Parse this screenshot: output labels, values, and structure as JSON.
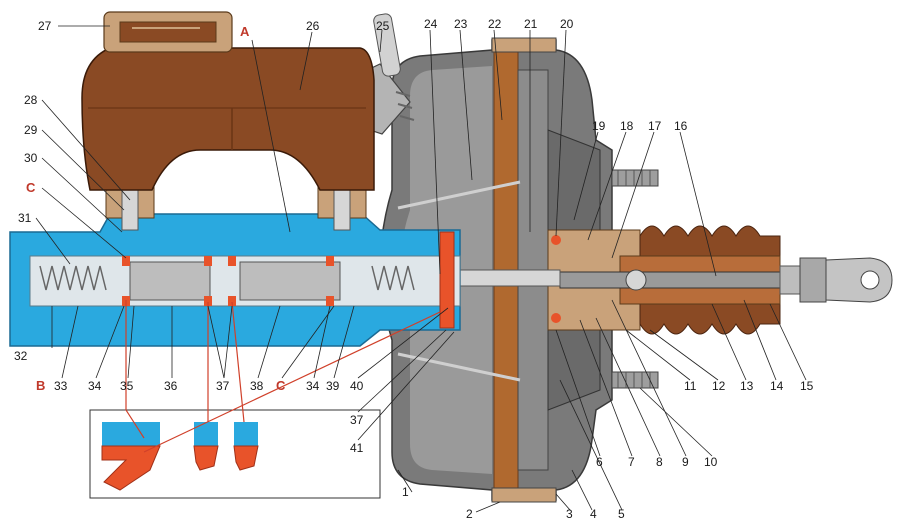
{
  "colors": {
    "reservoir": "#8a4a24",
    "reservoir_light": "#a9643a",
    "cylinder": "#2aa9df",
    "cylinder_dark": "#1a82b4",
    "booster": "#767676",
    "booster_dark": "#4e4e4e",
    "seal": "#e8532a",
    "diaphragm": "#b0692f",
    "boot": "#8a4a24",
    "bronze": "#c9a27a",
    "leader_red": "#d0402a"
  },
  "letters": {
    "A": "A",
    "B": "B",
    "C_left": "C",
    "C_mid": "C"
  },
  "numbers": {
    "n1": "1",
    "n2": "2",
    "n3": "3",
    "n4": "4",
    "n5": "5",
    "n6": "6",
    "n7": "7",
    "n8": "8",
    "n9": "9",
    "n10": "10",
    "n11": "11",
    "n12": "12",
    "n13": "13",
    "n14": "14",
    "n15": "15",
    "n16": "16",
    "n17": "17",
    "n18": "18",
    "n19": "19",
    "n20": "20",
    "n21": "21",
    "n22": "22",
    "n23": "23",
    "n24": "24",
    "n25": "25",
    "n26": "26",
    "n27": "27",
    "n28": "28",
    "n29": "29",
    "n30": "30",
    "n31": "31",
    "n32": "32",
    "n33": "33",
    "n34a": "34",
    "n35": "35",
    "n36": "36",
    "n37a": "37",
    "n38": "38",
    "n34b": "34",
    "n39": "39",
    "n40": "40",
    "n37b": "37",
    "n41": "41"
  }
}
